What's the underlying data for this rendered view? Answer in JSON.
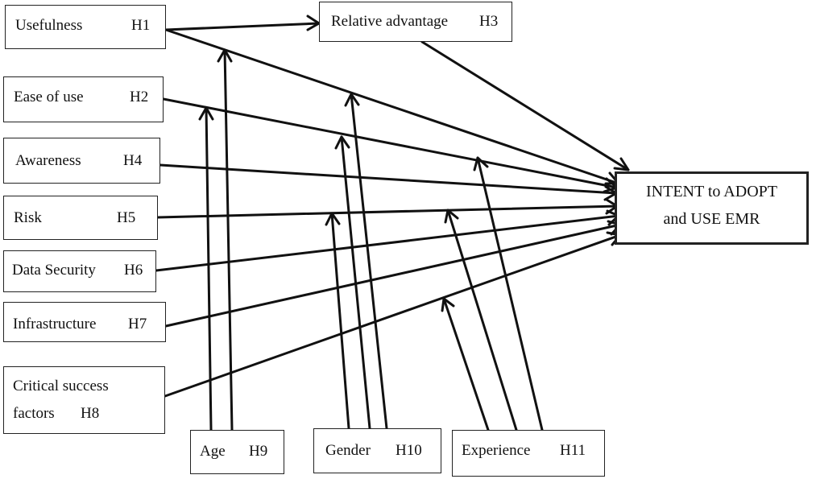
{
  "diagram": {
    "boxes": {
      "usefulness": {
        "label": "Usefulness",
        "hypothesis": "H1"
      },
      "relative_advantage": {
        "label": "Relative advantage",
        "hypothesis": "H3"
      },
      "ease_of_use": {
        "label": "Ease of use",
        "hypothesis": "H2"
      },
      "awareness": {
        "label": "Awareness",
        "hypothesis": "H4"
      },
      "risk": {
        "label": "Risk",
        "hypothesis": "H5"
      },
      "data_security": {
        "label": "Data Security",
        "hypothesis": "H6"
      },
      "infrastructure": {
        "label": "Infrastructure",
        "hypothesis": "H7"
      },
      "critical_success_factors": {
        "label_line1": "Critical success",
        "label_line2": "factors",
        "hypothesis": "H8"
      },
      "age": {
        "label": "Age",
        "hypothesis": "H9"
      },
      "gender": {
        "label": "Gender",
        "hypothesis": "H10"
      },
      "experience": {
        "label": "Experience",
        "hypothesis": "H11"
      },
      "intent": {
        "label_line1": "INTENT to ADOPT",
        "label_line2": "and USE EMR"
      }
    }
  }
}
